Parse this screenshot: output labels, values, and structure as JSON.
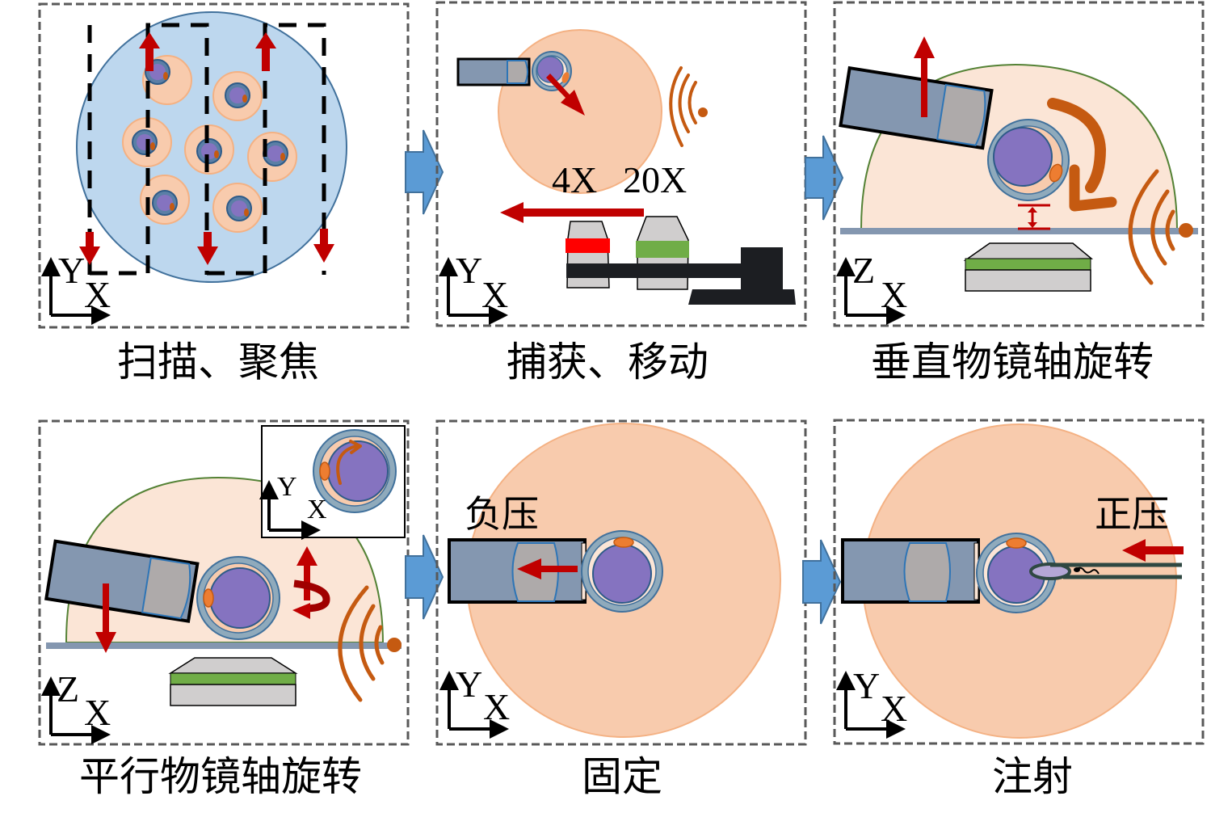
{
  "figure": {
    "panels": [
      {
        "caption": "扫描、聚焦",
        "axes": {
          "vertical": "Y",
          "horizontal": "X"
        }
      },
      {
        "caption": "捕获、移动",
        "axes": {
          "vertical": "Y",
          "horizontal": "X"
        },
        "objective_labels": {
          "low": "4X",
          "high": "20X"
        }
      },
      {
        "caption": "垂直物镜轴旋转",
        "axes": {
          "vertical": "Z",
          "horizontal": "X"
        }
      },
      {
        "caption": "平行物镜轴旋转",
        "axes": {
          "vertical": "Z",
          "horizontal": "X"
        },
        "inset_axes": {
          "vertical": "Y",
          "horizontal": "X"
        }
      },
      {
        "caption": "固定",
        "axes": {
          "vertical": "Y",
          "horizontal": "X"
        },
        "annotation": "负压"
      },
      {
        "caption": "注射",
        "axes": {
          "vertical": "Y",
          "horizontal": "X"
        },
        "annotation": "正压"
      }
    ],
    "colors": {
      "panel_border": "#595959",
      "dish_blue": "#bdd7ee",
      "dish_outline": "#41719c",
      "medium_peach": "#f8cbad",
      "medium_light": "#fbe5d6",
      "cell_purple": "#8573c0",
      "zona_ring": "#8faabc",
      "polar_body": "#ed7d31",
      "motion_arrow": "#c00000",
      "flow_arrow": "#5b9bd5",
      "pipette_body": "#8497b0",
      "pipette_tip": "#aeaaaa",
      "vibration": "#c55a11",
      "objective_gray": "#d0cece",
      "objective_red": "#ff0000",
      "objective_green": "#70ad47",
      "turret": "#1c1e22",
      "substrate": "#8497b0"
    }
  }
}
